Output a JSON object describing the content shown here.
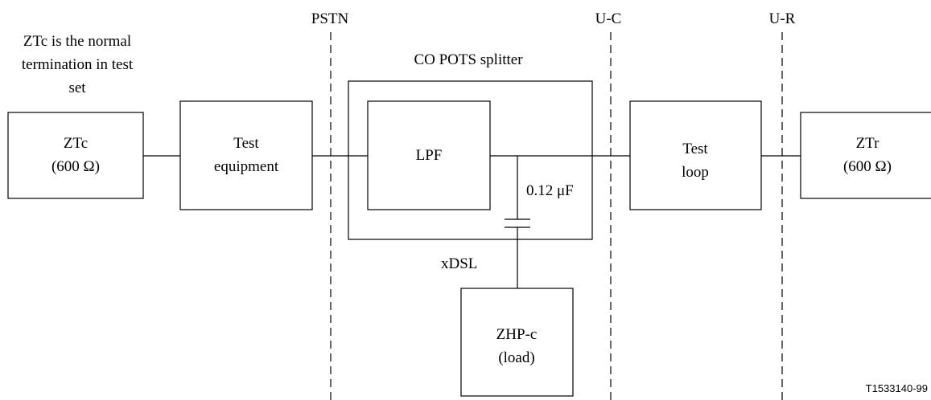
{
  "note": {
    "line1": "ZTc is the normal",
    "line2": "termination in test",
    "line3": "set"
  },
  "interfaces": {
    "pstn": "PSTN",
    "uc": "U-C",
    "ur": "U-R"
  },
  "splitter": {
    "title": "CO POTS splitter",
    "lpf": "LPF",
    "capacitor": "0.12 μF",
    "xdsl": "xDSL"
  },
  "blocks": {
    "ztc": {
      "line1": "ZTc",
      "line2": "(600 Ω)"
    },
    "test_equipment": {
      "line1": "Test",
      "line2": "equipment"
    },
    "test_loop": {
      "line1": "Test",
      "line2": "loop"
    },
    "ztr": {
      "line1": "ZTr",
      "line2": "(600 Ω)"
    },
    "zhp": {
      "line1": "ZHP-c",
      "line2": "(load)"
    }
  },
  "figure_id": "T1533140-99"
}
